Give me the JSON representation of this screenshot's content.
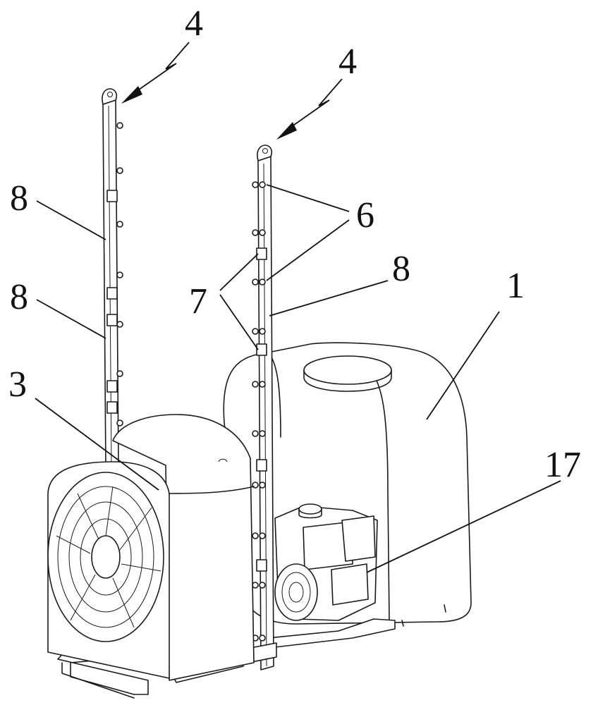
{
  "labels": {
    "l4a": "4",
    "l4b": "4",
    "l8a": "8",
    "l8b": "8",
    "l8c": "8",
    "l6": "6",
    "l7": "7",
    "l1": "1",
    "l3": "3",
    "l17": "17"
  }
}
